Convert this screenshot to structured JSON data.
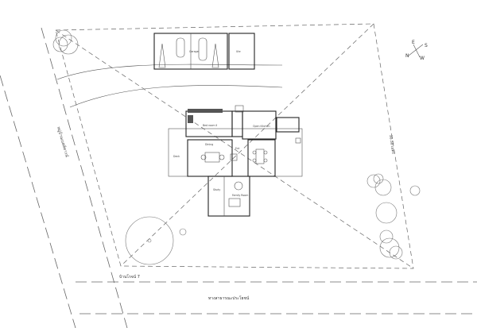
{
  "compass": {
    "n": "N",
    "e": "E",
    "s": "S",
    "w": "W"
  },
  "labels": {
    "road_left": "หมู่บ้านเบสท์ทาวน์",
    "road_bottom": "ทางสาธารณะประโยชน์",
    "lane_bottom_left": "บ้านโรจน์ 7",
    "right_dim": "30.50 เมตร"
  },
  "rooms": {
    "garage": "Garage",
    "utility": "Ute",
    "master_bedroom": "Bed room II",
    "kitchen": "Open Kitchen",
    "living": "Dining",
    "deck": "Deck",
    "entry": "Ent",
    "study": "Study",
    "family": "Family Room"
  }
}
